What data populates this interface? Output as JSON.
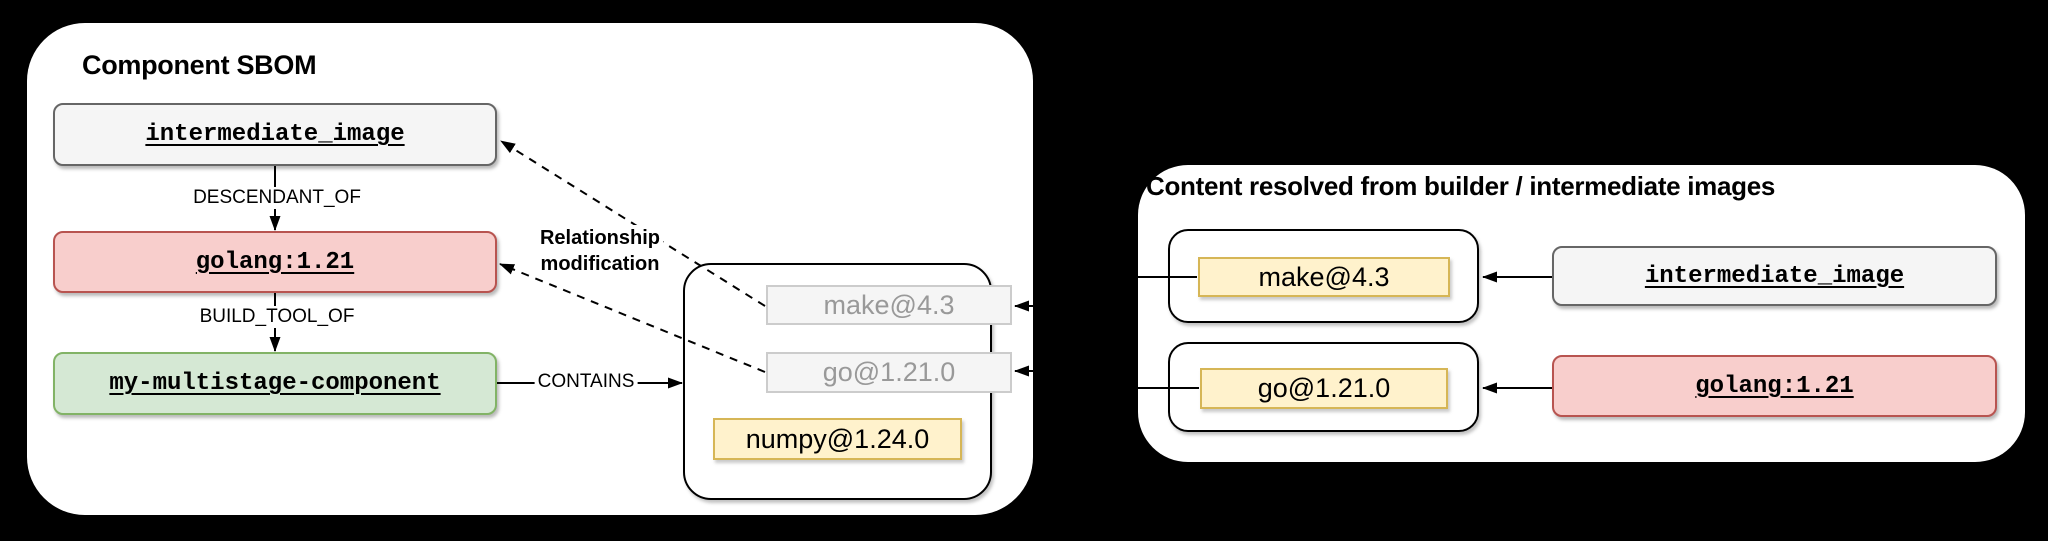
{
  "left_panel": {
    "title": "Component SBOM",
    "nodes": {
      "intermediate_image": "intermediate_image",
      "golang": "golang:1.21",
      "component": "my-multistage-component"
    },
    "edge_labels": {
      "descendant_of": "DESCENDANT_OF",
      "build_tool_of": "BUILD_TOOL_OF",
      "contains": "CONTAINS",
      "relationship_modification_line1": "Relationship",
      "relationship_modification_line2": "modification"
    },
    "contained_packages": {
      "make": "make@4.3",
      "go": "go@1.21.0",
      "numpy": "numpy@1.24.0"
    }
  },
  "right_panel": {
    "title": "Content resolved from builder / intermediate images",
    "rows": [
      {
        "package": "make@4.3",
        "source": "intermediate_image"
      },
      {
        "package": "go@1.21.0",
        "source": "golang:1.21"
      }
    ]
  },
  "colors": {
    "background": "#000000",
    "panel": "#ffffff",
    "node_gray_fill": "#f5f5f5",
    "node_gray_border": "#666666",
    "node_red_fill": "#f8cecc",
    "node_red_border": "#b85450",
    "node_green_fill": "#d5e8d4",
    "node_green_border": "#82b366",
    "pkg_yellow_fill": "#fff2cc",
    "pkg_yellow_border": "#d6b656",
    "pkg_muted_border": "#cccccc",
    "pkg_muted_text": "#999999",
    "line": "#000000"
  }
}
